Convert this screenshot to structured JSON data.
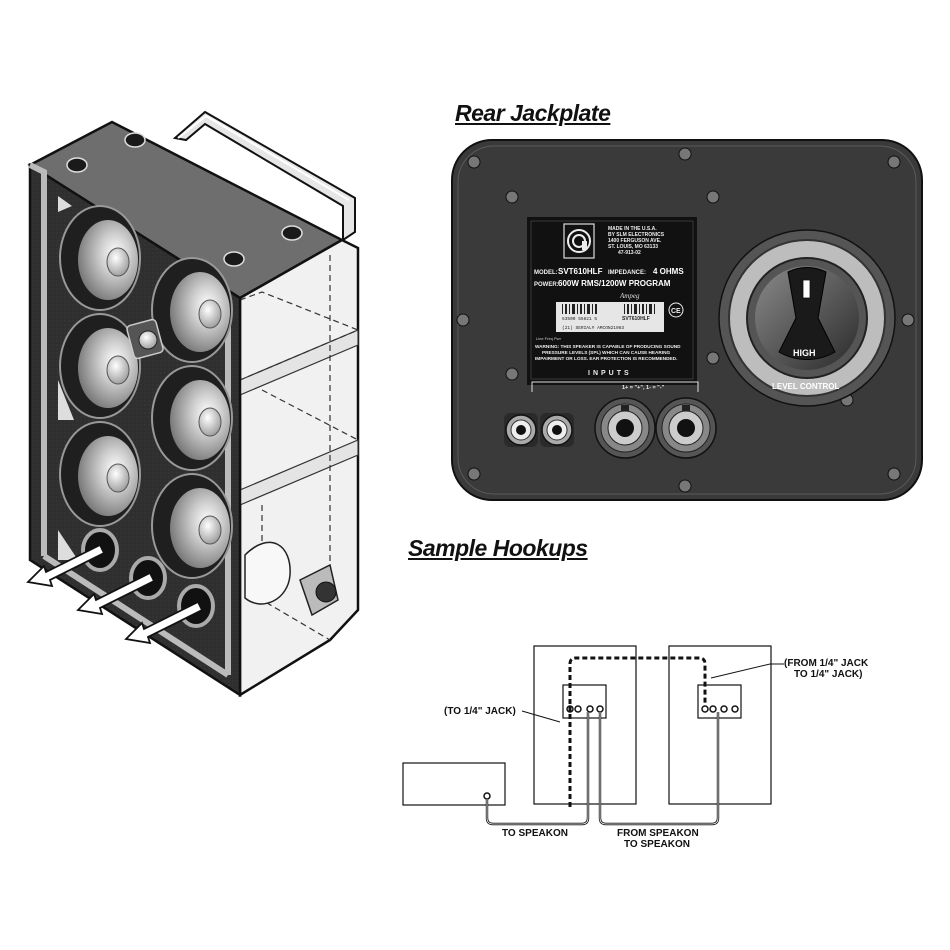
{
  "sections": {
    "rear_title": "Rear Jackplate",
    "hookup_title": "Sample Hookups"
  },
  "label_plate": {
    "made_in": [
      "MADE IN THE U.S.A.",
      "BY SLM ELECTRONICS",
      "1400 FERGUSON AVE.",
      "ST. LOUIS, MO 63133",
      "47-913-02"
    ],
    "model_label": "MODEL:",
    "model": "SVT610HLF",
    "impedance_label": "IMPEDANCE:",
    "impedance": "4 OHMS",
    "power_label": "POWER:",
    "power": "600W RMS/1200W PROGRAM",
    "barcode_text": "63500 55621 5",
    "barcode_model": "SVT610HLF",
    "serial": "(21) SERIAL# AMCON21083",
    "small_codes": "Line    Freq    Pwr",
    "warning": [
      "WARNING: THIS SPEAKER IS CAPABLE OF PRODUCING SOUND",
      "PRESSURE LEVELS (SPL) WHICH CAN CAUSE HEARING",
      "IMPAIRMENT OR LOSS. EAR PROTECTION IS RECOMMENDED."
    ],
    "brand_script": "Ampeg",
    "ce_mark": "CE",
    "inputs_label": "INPUTS",
    "polarity": "1+ = \"+\", 1- = \"-\""
  },
  "level_control": {
    "knob_label": "HIGH",
    "label": "LEVEL CONTROL"
  },
  "hookups": {
    "to_quarter_jack": "(TO 1/4\" JACK)",
    "from_quarter_jack": [
      "(FROM 1/4\" JACK",
      "TO 1/4\" JACK)"
    ],
    "to_speakon": "TO SPEAKON",
    "from_speakon": [
      "FROM SPEAKON",
      "TO SPEAKON"
    ]
  },
  "colors": {
    "plate": "#3a3a3a",
    "ink": "#111111"
  }
}
